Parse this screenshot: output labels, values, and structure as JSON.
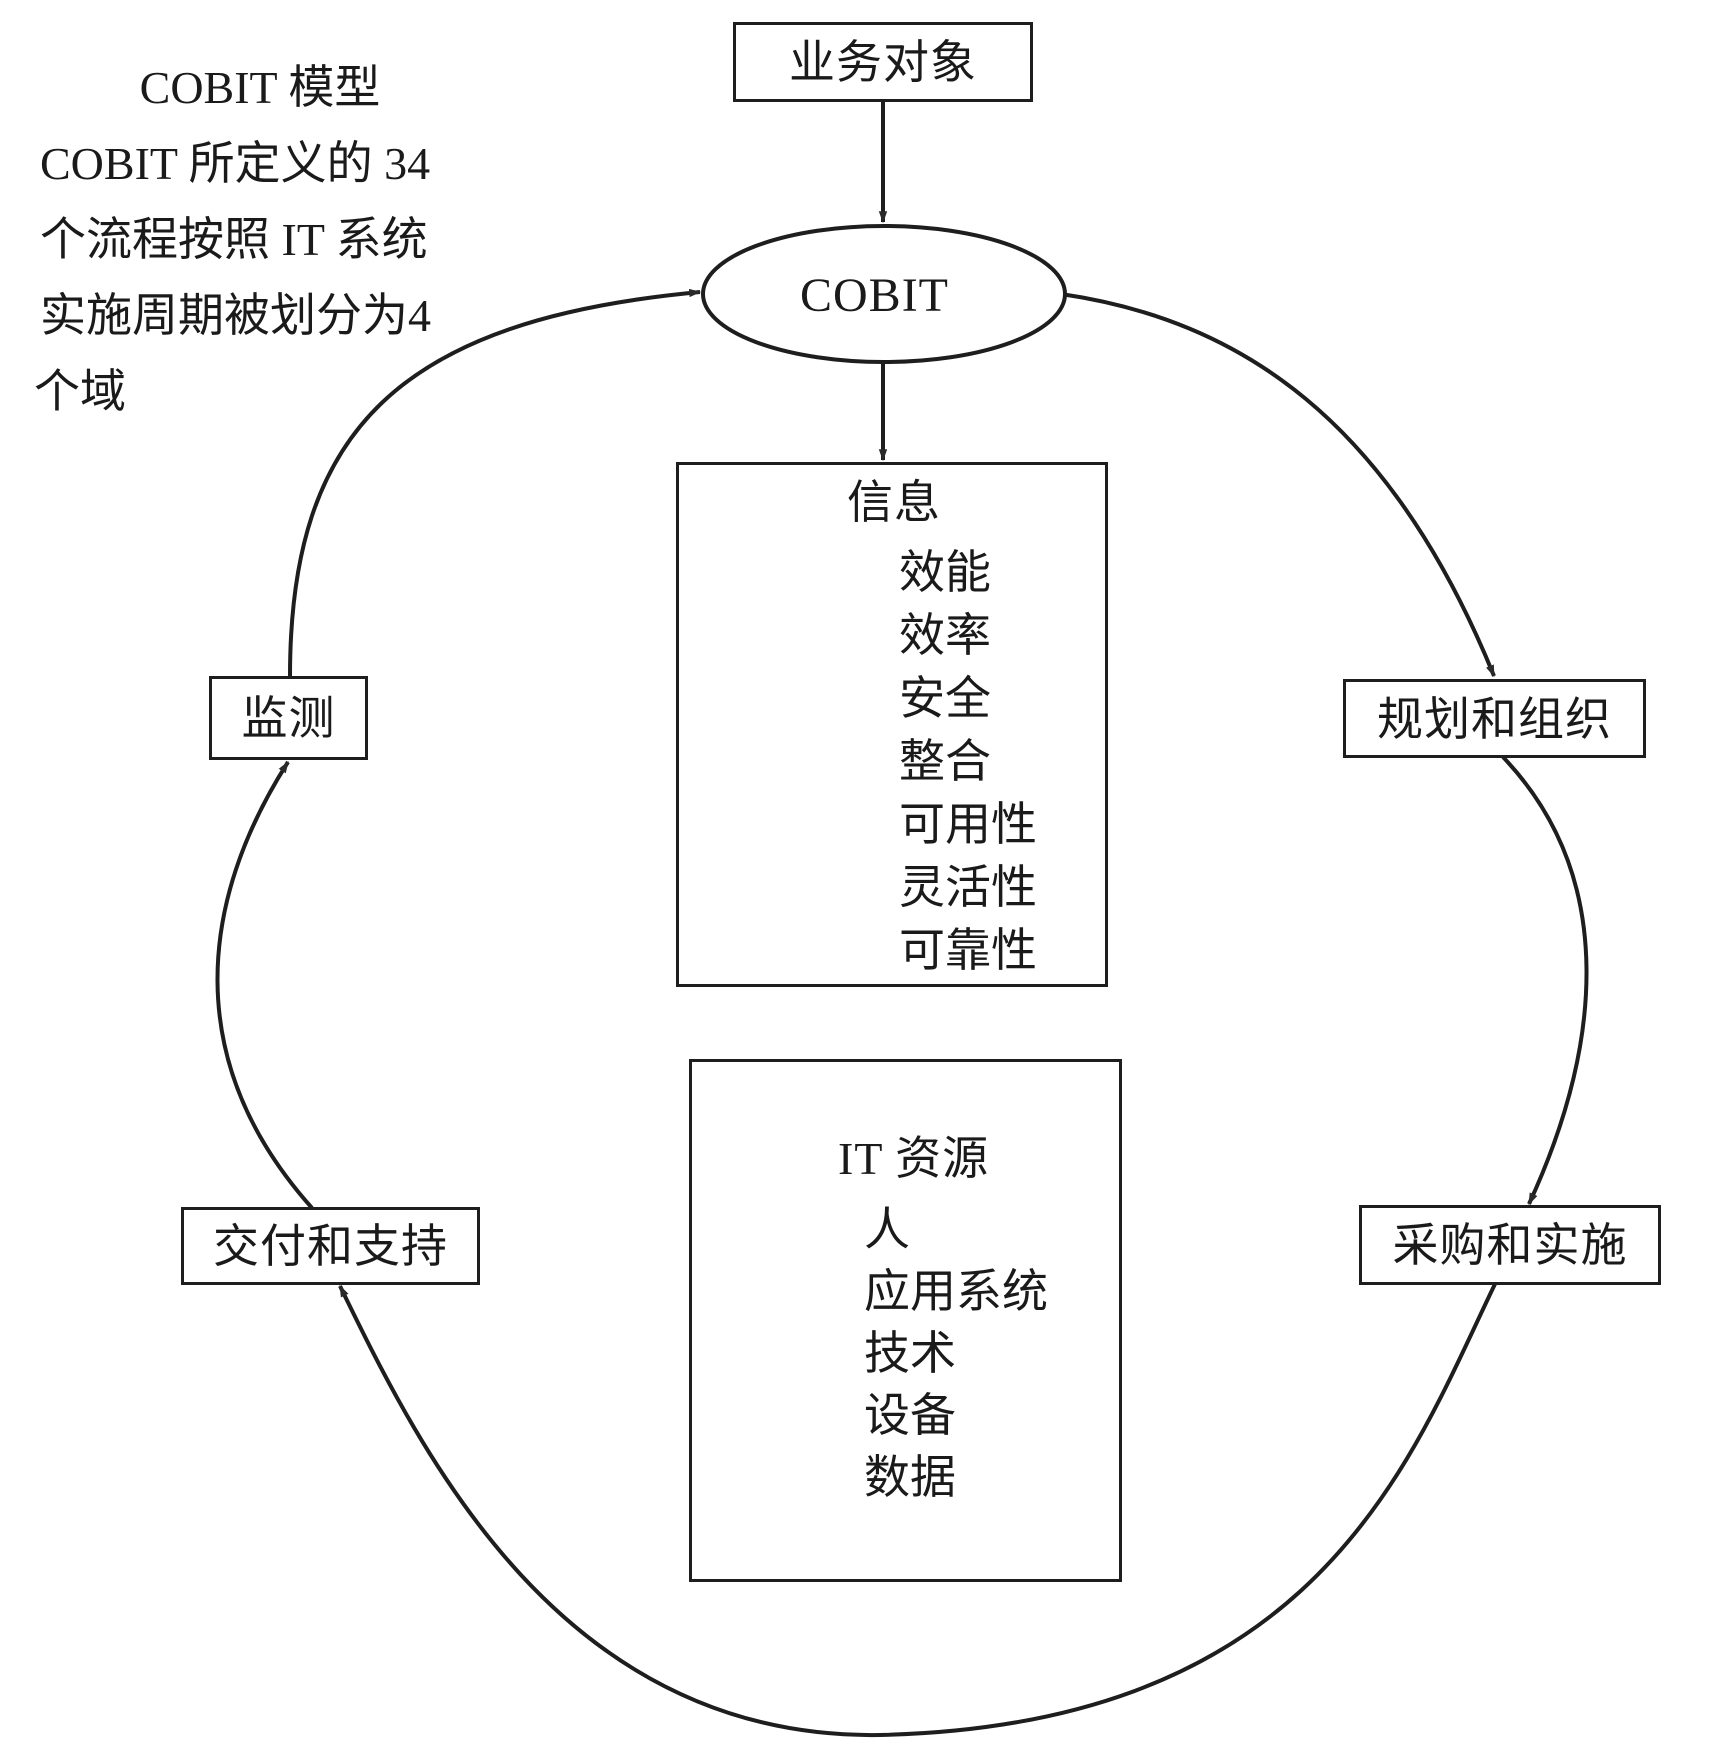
{
  "intro": {
    "title": "COBIT 模型",
    "lines": [
      "COBIT 所定义的 34",
      "个流程按照 IT 系统",
      "实施周期被划分为4",
      "个域"
    ]
  },
  "nodes": {
    "business_objects": "业务对象",
    "cobit": "COBIT",
    "plan_organize": "规划和组织",
    "acquire_implement": "采购和实施",
    "deliver_support": "交付和支持",
    "monitor": "监测"
  },
  "information": {
    "heading": "信息",
    "criteria": [
      "效能",
      "效率",
      "安全",
      "整合",
      "可用性",
      "灵活性",
      "可靠性"
    ]
  },
  "it_resources": {
    "heading": "IT 资源",
    "items": [
      "人",
      "应用系统",
      "技术",
      "设备",
      "数据"
    ]
  },
  "colors": {
    "stroke": "#1e1e1e",
    "background": "#ffffff"
  }
}
